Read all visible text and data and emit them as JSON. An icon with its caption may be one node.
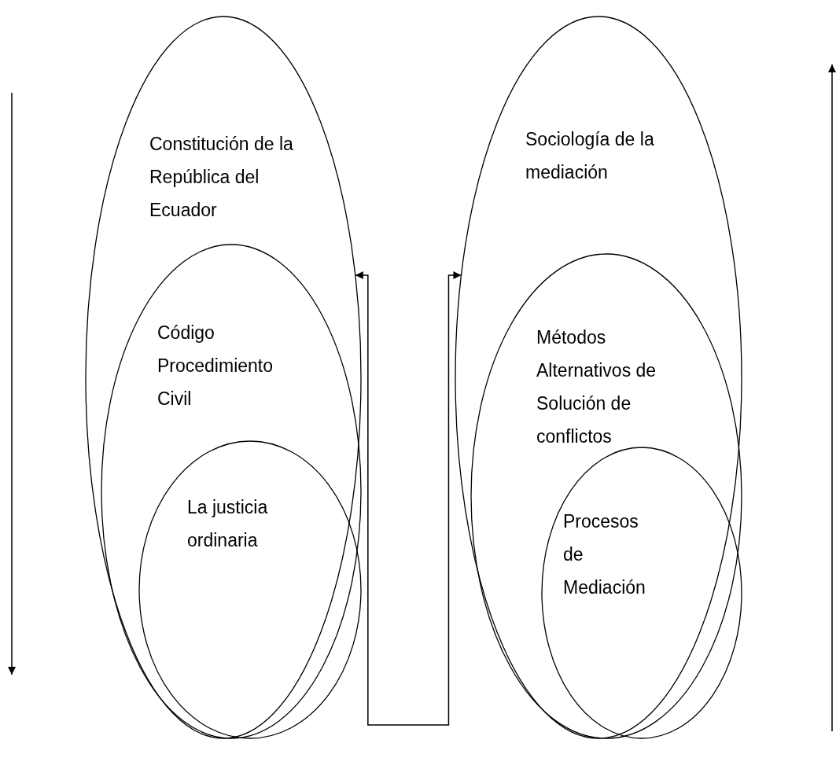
{
  "diagram": {
    "nodes": [
      {
        "text": [
          "Constitución de la República del Ecuador"
        ]
      },
      {
        "text": [
          "Código Procedimiento Civil"
        ],
        "in": 0
      },
      {
        "text": [
          "La justicia ordinaria"
        ],
        "in": 1
      },
      {
        "text": [
          "Sociología de la mediación"
        ]
      },
      {
        "text": [
          "Métodos Alternativos de Solución de conflictos"
        ],
        "in": 3
      },
      {
        "text": [
          "Procesos de Mediación"
        ],
        "in": 4
      }
    ],
    "edges": [
      {
        "from": 0,
        "to": 3,
        "arrow": "both"
      }
    ]
  }
}
